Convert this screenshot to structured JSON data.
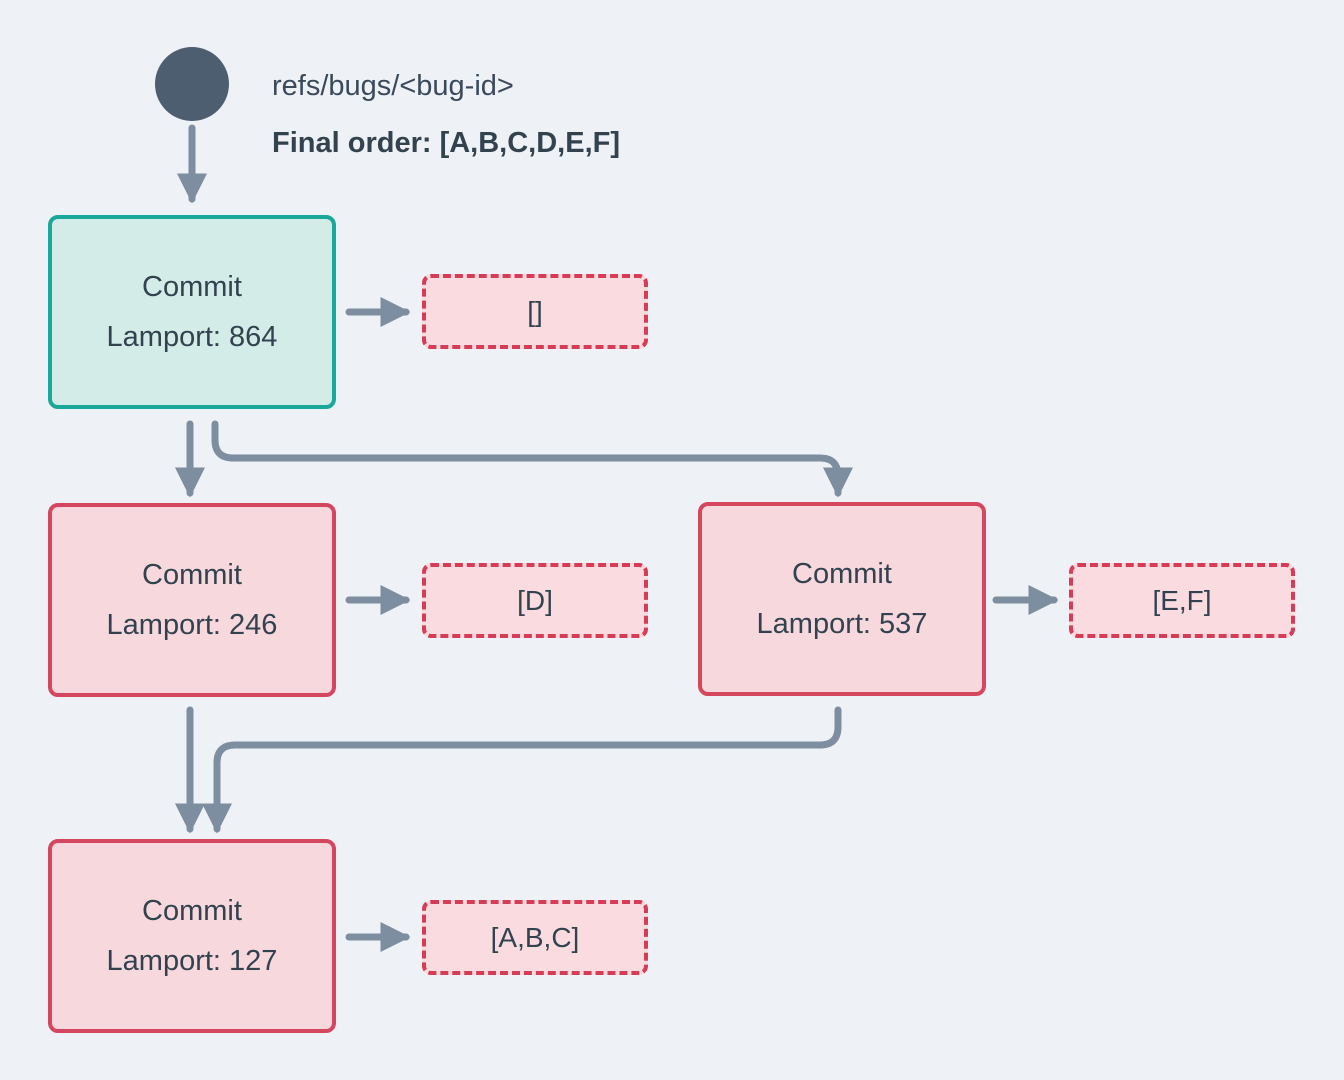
{
  "header": {
    "ref_name": "refs/bugs/<bug-id>",
    "final_order": "Final order: [A,B,C,D,E,F]"
  },
  "nodes": {
    "root": {
      "title": "Commit",
      "lamport": "Lamport: 864",
      "payload": "[]"
    },
    "left": {
      "title": "Commit",
      "lamport": "Lamport: 246",
      "payload": "[D]"
    },
    "right": {
      "title": "Commit",
      "lamport": "Lamport: 537",
      "payload": "[E,F]"
    },
    "merge": {
      "title": "Commit",
      "lamport": "Lamport: 127",
      "payload": "[A,B,C]"
    }
  },
  "colors": {
    "background": "#eef2f6",
    "head_node_border": "#1aa89a",
    "head_node_fill": "#d4ece8",
    "commit_node_border": "#d5475e",
    "commit_node_fill": "#f7d8dd",
    "payload_border": "#d63c55",
    "payload_fill": "#f9dbe0",
    "arrow": "#7d8ea0",
    "ref_circle": "#4d5e70",
    "text": "#33424f"
  }
}
